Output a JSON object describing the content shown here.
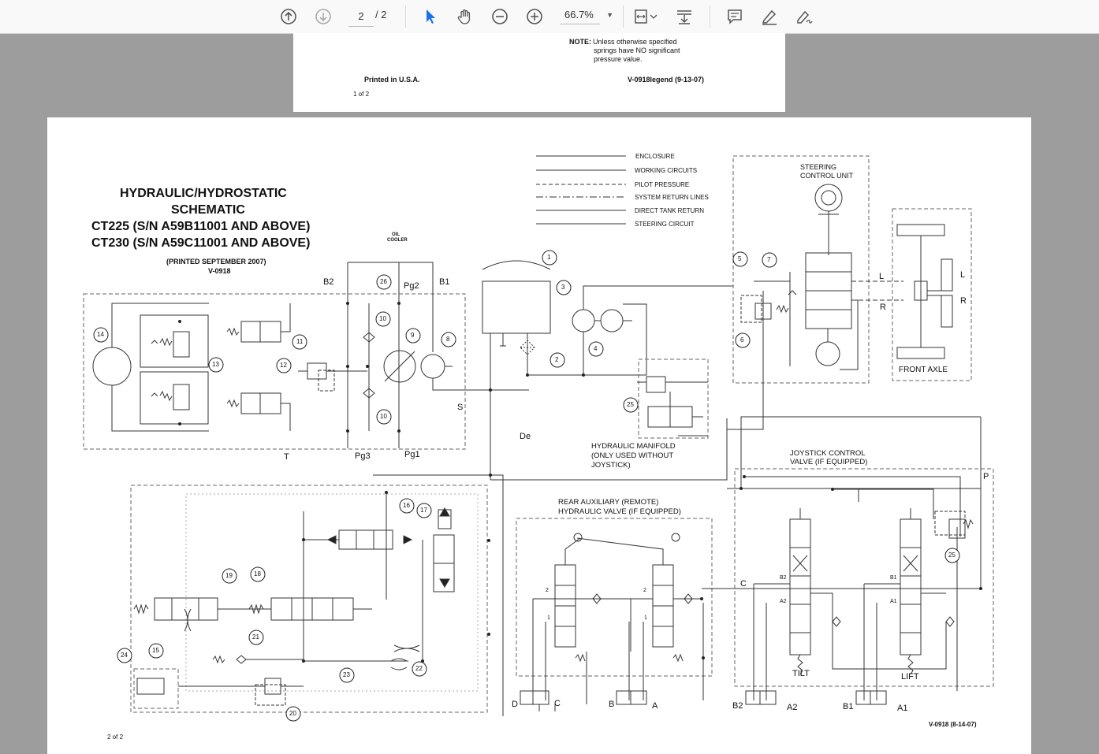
{
  "toolbar": {
    "current_page": "2",
    "page_total": "/ 2",
    "zoom": "66.7%",
    "icons": [
      "page-up-icon",
      "page-down-icon",
      "select-cursor-icon",
      "hand-pan-icon",
      "zoom-out-icon",
      "zoom-in-icon",
      "fit-page-icon",
      "scroll-mode-icon",
      "comment-icon",
      "highlight-pen-icon",
      "sign-icon"
    ]
  },
  "page1": {
    "note_label": "NOTE:",
    "note_line1": "Unless otherwise specified",
    "note_line2": "springs have NO significant",
    "note_line3": "pressure value.",
    "printed": "Printed in U.S.A.",
    "legend_code": "V-0918legend (9-13-07)",
    "page_num": "1 of 2"
  },
  "page2": {
    "title1": "HYDRAULIC/HYDROSTATIC",
    "title2": "SCHEMATIC",
    "title3": "CT225 (S/N A59B11001 AND ABOVE)",
    "title4": "CT230 (S/N A59C11001 AND ABOVE)",
    "printed": "(PRINTED SEPTEMBER 2007)",
    "code": "V-0918",
    "legend": [
      "ENCLOSURE",
      "WORKING CIRCUITS",
      "PILOT PRESSURE",
      "SYSTEM RETURN LINES",
      "DIRECT TANK RETURN",
      "STEERING CIRCUIT"
    ],
    "oil_cooler_1": "OIL",
    "oil_cooler_2": "COOLER",
    "steering_1": "STEERING",
    "steering_2": "CONTROL UNIT",
    "front_axle": "FRONT AXLE",
    "manifold_1": "HYDRAULIC MANIFOLD",
    "manifold_2": "(ONLY USED WITHOUT",
    "manifold_3": "JOYSTICK)",
    "joystick_1": "JOYSTICK CONTROL",
    "joystick_2": "VALVE (IF EQUIPPED)",
    "rear_aux_1": "REAR AUXILIARY (REMOTE)",
    "rear_aux_2": "HYDRAULIC VALVE (IF EQUIPPED)",
    "tilt": "TILT",
    "lift": "LIFT",
    "footer_code": "V-0918 (8-14-07)",
    "page_num": "2 of 2",
    "partial_text": "De",
    "ports": [
      "B2",
      "Pg2",
      "B1",
      "S",
      "T",
      "Pg3",
      "Pg1",
      "L",
      "R",
      "L",
      "R",
      "C",
      "P",
      "D",
      "C",
      "B",
      "A",
      "B2",
      "A2",
      "B1",
      "A1",
      "2",
      "1",
      "2",
      "1",
      "B2",
      "A2",
      "B1",
      "A1"
    ],
    "callouts": [
      "1",
      "2",
      "3",
      "4",
      "5",
      "6",
      "7",
      "8",
      "9",
      "10",
      "10",
      "11",
      "12",
      "13",
      "14",
      "15",
      "16",
      "17",
      "18",
      "19",
      "20",
      "21",
      "22",
      "23",
      "24",
      "25",
      "25",
      "26"
    ]
  }
}
